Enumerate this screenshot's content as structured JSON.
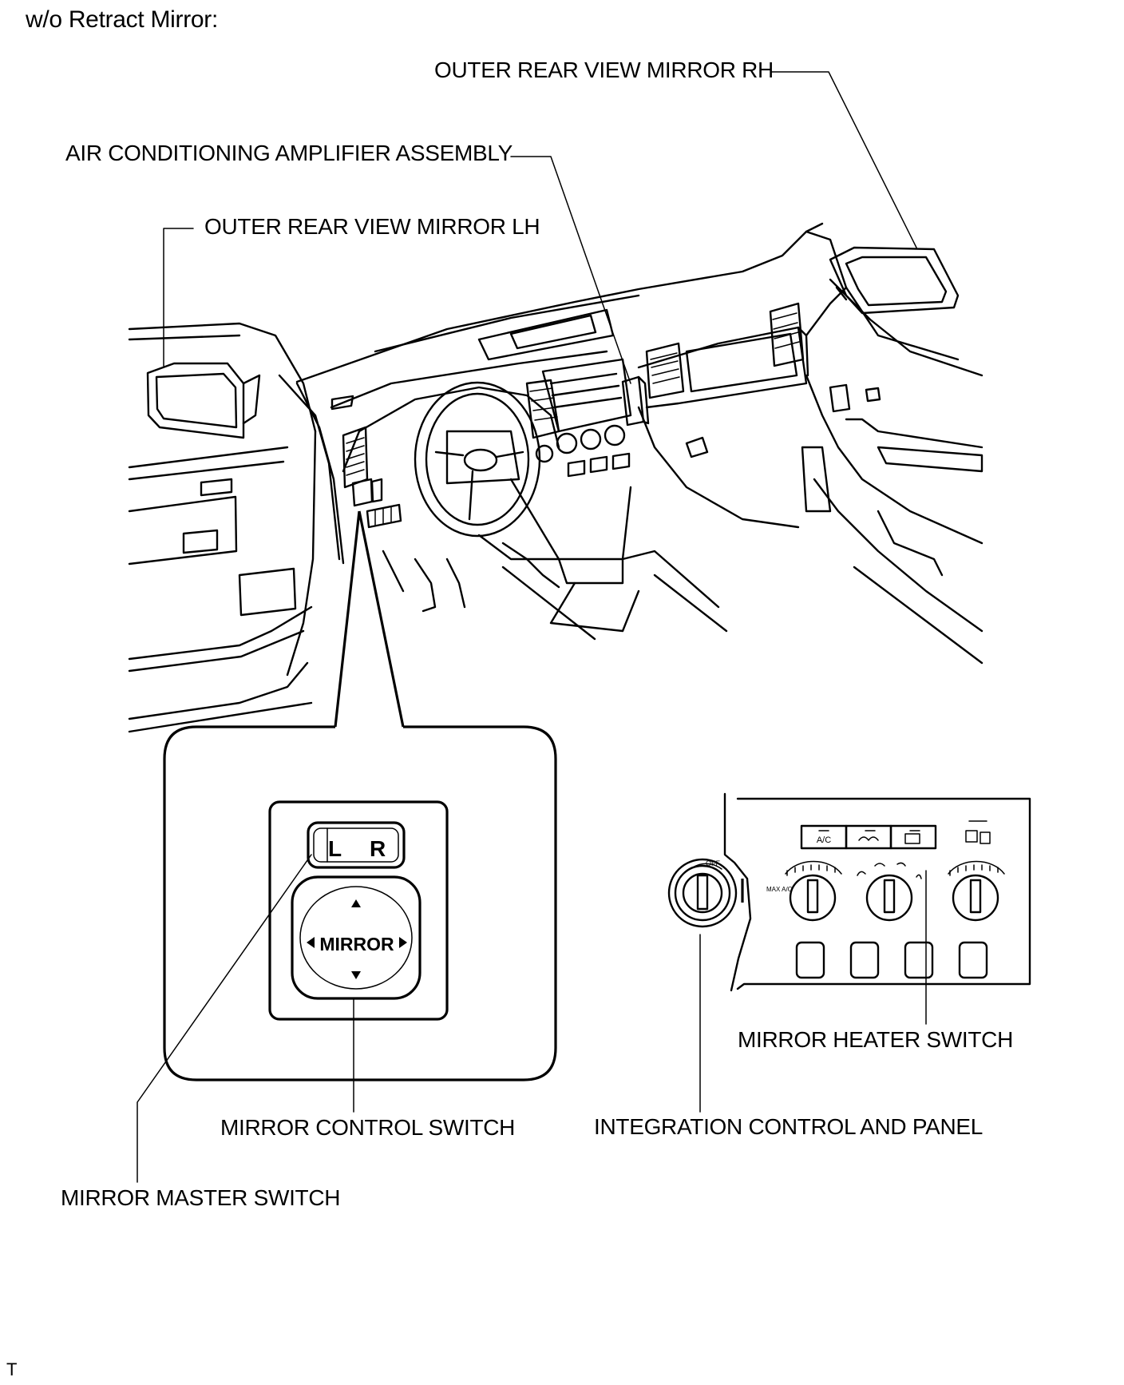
{
  "header": "w/o Retract Mirror:",
  "labels": {
    "mirror_rh": "OUTER REAR VIEW MIRROR RH",
    "ac_amplifier": "AIR CONDITIONING AMPLIFIER ASSEMBLY",
    "mirror_lh": "OUTER REAR VIEW MIRROR LH",
    "mirror_heater_switch": "MIRROR HEATER SWITCH",
    "mirror_control_switch": "MIRROR CONTROL SWITCH",
    "integration_panel": "INTEGRATION CONTROL AND PANEL",
    "mirror_master_switch": "MIRROR MASTER SWITCH"
  },
  "switch": {
    "left": "L",
    "right": "R",
    "center": "MIRROR"
  },
  "panel": {
    "ac_button": "A/C",
    "off_label": "OFF",
    "max_ac": "MAX A/C"
  },
  "corner_mark": "T"
}
